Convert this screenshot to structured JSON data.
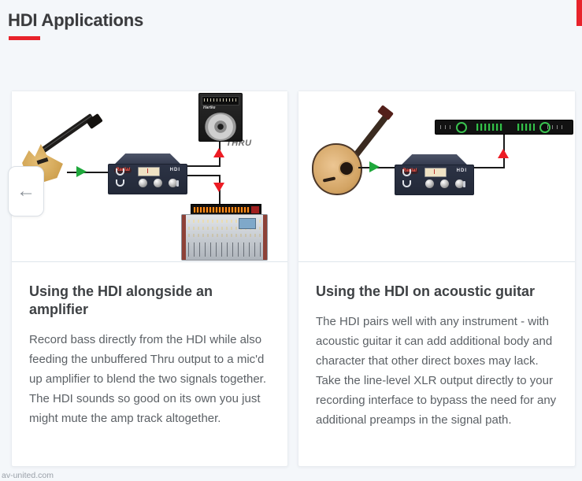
{
  "header": {
    "title": "HDI Applications"
  },
  "carousel": {
    "prev_button": "←"
  },
  "cards": [
    {
      "heading": "Using the HDI alongside an amplifier",
      "body": "Record bass directly from the HDI while also feeding the unbuffered Thru output to a mic'd up amplifier to blend the two signals together. The HDI sounds so good on its own you just might mute the amp track altogether.",
      "diagram": {
        "label_thru": "THRU",
        "hdi_brand": "Radial",
        "hdi_model": "HDI",
        "amp_brand": "Hartke",
        "devices": [
          "bass guitar",
          "Radial HDI direct box",
          "Hartke bass amplifier",
          "mixing console"
        ]
      }
    },
    {
      "heading": "Using the HDI on acoustic guitar",
      "body": "The HDI pairs well with any instrument - with acoustic guitar it can add additional body and character that other direct boxes may lack. Take the line-level XLR output directly to your recording interface to bypass the need for any additional preamps in the signal path.",
      "diagram": {
        "hdi_brand": "Radial",
        "hdi_model": "HDI",
        "devices": [
          "acoustic guitar",
          "Radial HDI direct box",
          "rack audio interface"
        ]
      }
    }
  ],
  "watermark": "av-united.com",
  "colors": {
    "page_background": "#f4f7fa",
    "accent_red": "#e8232b",
    "signal_green": "#1fa83c",
    "signal_red": "#ed1c24"
  }
}
